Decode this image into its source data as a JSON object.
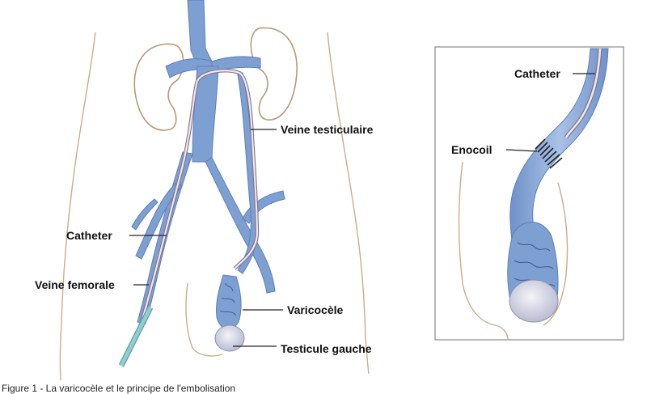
{
  "labels": {
    "veine_testiculaire": "Veine testiculaire",
    "catheter_main": "Catheter",
    "veine_femorale": "Veine femorale",
    "varicocele": "Varicocèle",
    "testicule_gauche": "Testicule gauche",
    "catheter_inset": "Catheter",
    "enocoil": "Enocoil"
  },
  "caption": "Figure 1 - La varicocèle et le principe de l'embolisation",
  "colors": {
    "vein_fill": "#7e9fd2",
    "vein_light": "#a9c1e6",
    "vein_dark": "#5b7fb8",
    "outline": "#b89a78",
    "catheter": "#f2e6e6",
    "catheter_edge": "#7d7390",
    "tube": "#8fcfcf",
    "testicle": "#dcdce8"
  }
}
